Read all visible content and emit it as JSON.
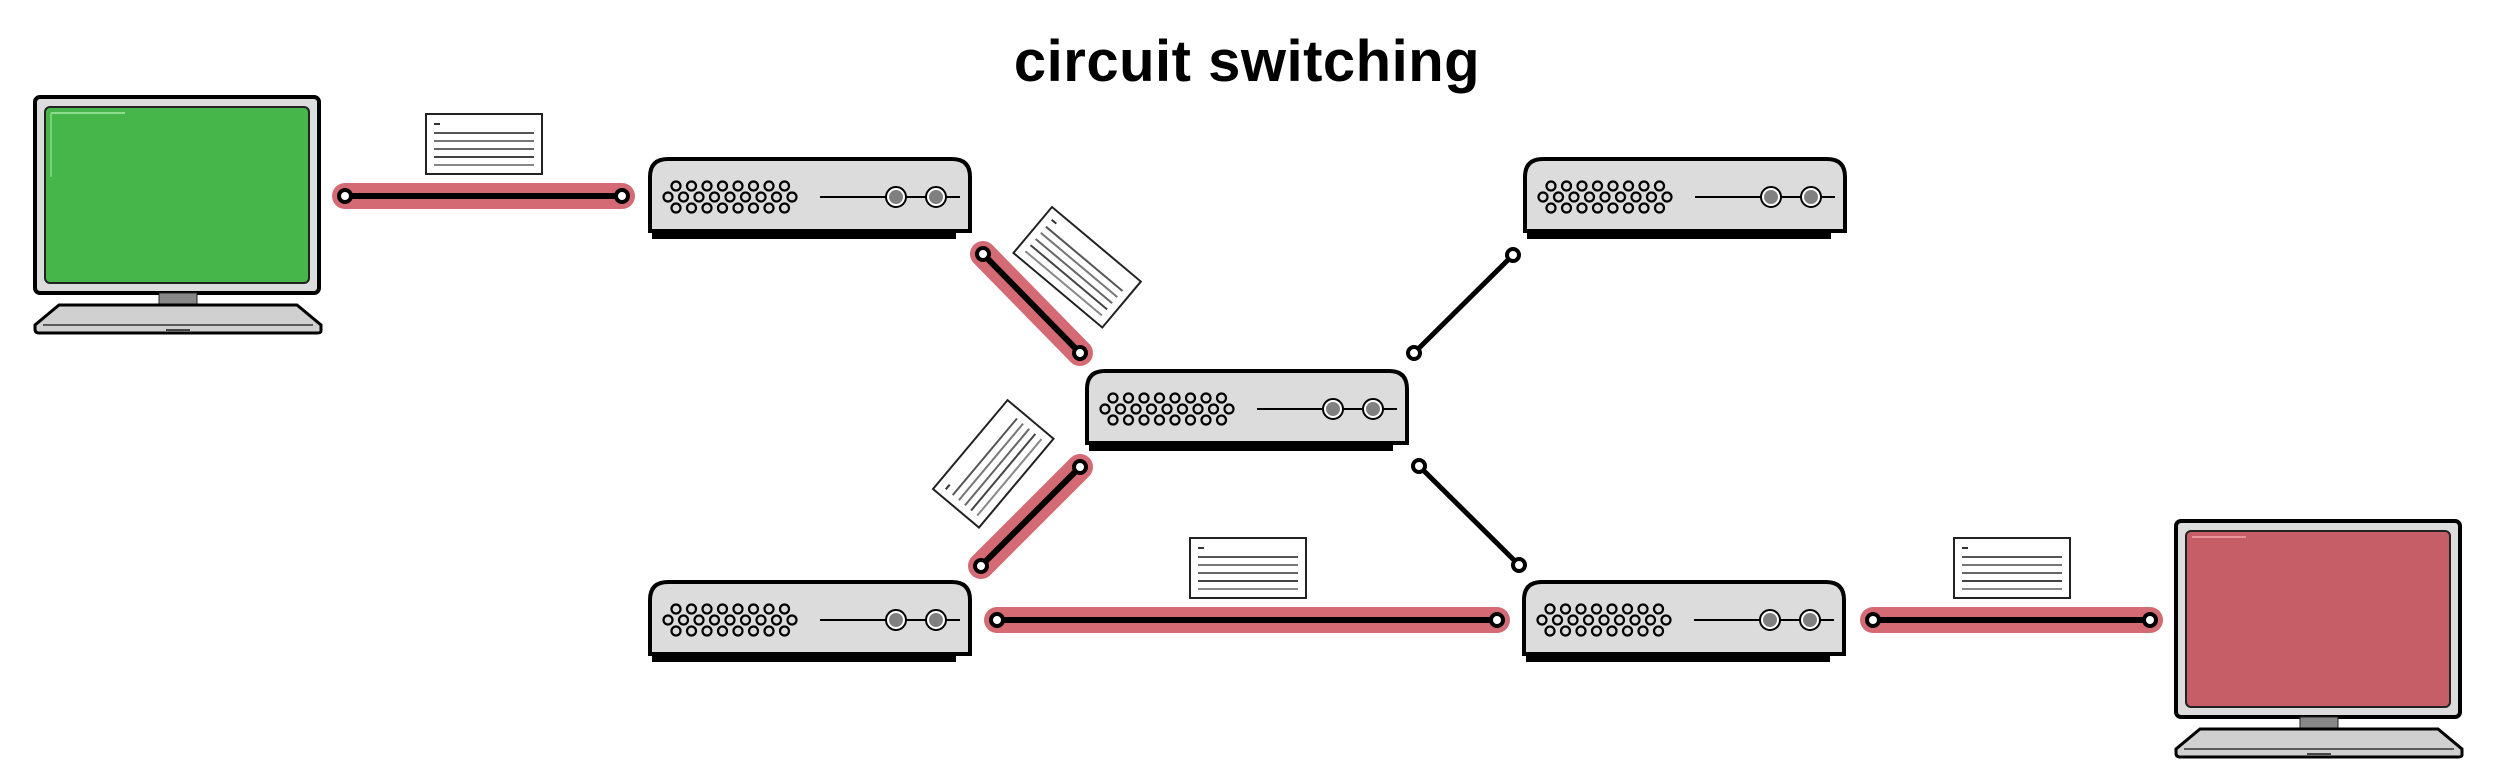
{
  "title": "circuit switching",
  "colors": {
    "source_screen": "#46b54a",
    "destination_screen": "#c65e67",
    "circuit_highlight": "#d46a73",
    "device_body": "#dcdcdc",
    "outline": "#000000",
    "background": "#ffffff"
  },
  "nodes": [
    {
      "id": "source-computer",
      "type": "computer",
      "role": "source",
      "screen_color": "#46b54a"
    },
    {
      "id": "switch-top-left",
      "type": "switch",
      "on_circuit": true
    },
    {
      "id": "switch-center",
      "type": "switch",
      "on_circuit": true
    },
    {
      "id": "switch-top-right",
      "type": "switch",
      "on_circuit": false
    },
    {
      "id": "switch-bottom-left",
      "type": "switch",
      "on_circuit": true
    },
    {
      "id": "switch-bottom-right",
      "type": "switch",
      "on_circuit": true
    },
    {
      "id": "destination-computer",
      "type": "computer",
      "role": "destination",
      "screen_color": "#c65e67"
    }
  ],
  "links": [
    {
      "id": "link-source-to-top-left",
      "from": "source-computer",
      "to": "switch-top-left",
      "active": true,
      "carries_packet": true
    },
    {
      "id": "link-top-left-to-center",
      "from": "switch-top-left",
      "to": "switch-center",
      "active": true,
      "carries_packet": true
    },
    {
      "id": "link-center-to-top-right",
      "from": "switch-center",
      "to": "switch-top-right",
      "active": false,
      "carries_packet": false
    },
    {
      "id": "link-center-to-bottom-left",
      "from": "switch-center",
      "to": "switch-bottom-left",
      "active": true,
      "carries_packet": true
    },
    {
      "id": "link-center-to-bottom-right",
      "from": "switch-center",
      "to": "switch-bottom-right",
      "active": false,
      "carries_packet": false
    },
    {
      "id": "link-bottom-left-to-bottom-right",
      "from": "switch-bottom-left",
      "to": "switch-bottom-right",
      "active": true,
      "carries_packet": true
    },
    {
      "id": "link-bottom-right-to-destination",
      "from": "switch-bottom-right",
      "to": "destination-computer",
      "active": true,
      "carries_packet": true
    }
  ]
}
